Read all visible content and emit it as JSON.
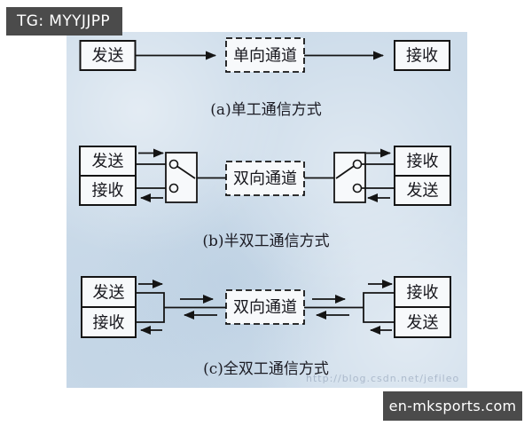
{
  "watermarks": {
    "top_left_badge": "TG: MYYJJPP",
    "bottom_right_badge": "en-mksports.com",
    "faint_url": "http://blog.csdn.net/jefileo"
  },
  "colors": {
    "panel_bg": "#cddcea",
    "badge_bg": "#4b4b4b",
    "badge_text": "#ffffff",
    "line": "#141414",
    "box_fill": "#f7f9fb"
  },
  "diagram_a": {
    "caption": "(a)单工通信方式",
    "sender": "发送",
    "channel": "单向通道",
    "receiver": "接收"
  },
  "diagram_b": {
    "caption": "(b)半双工通信方式",
    "left_top": "发送",
    "left_bottom": "接收",
    "channel": "双向通道",
    "right_top": "接收",
    "right_bottom": "发送"
  },
  "diagram_c": {
    "caption": "(c)全双工通信方式",
    "left_top": "发送",
    "left_bottom": "接收",
    "channel": "双向通道",
    "right_top": "接收",
    "right_bottom": "发送"
  }
}
